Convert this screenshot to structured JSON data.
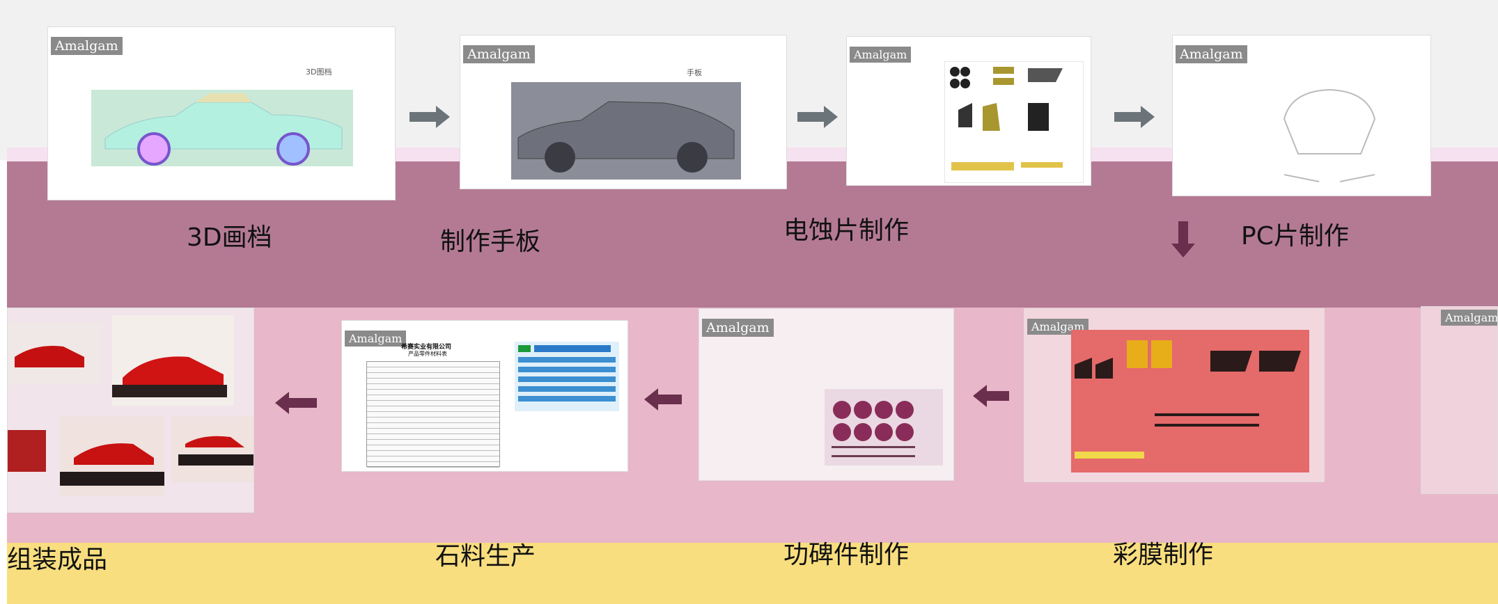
{
  "logo_text": "Amalgam",
  "colors": {
    "top_bg": "#f1f1f1",
    "band_upper": "#b47a94",
    "band_lower": "#e8b7c9",
    "band_yellow": "#f8de7f",
    "arrow": "#6b7479",
    "arrow_dark": "#6a2f4c"
  },
  "steps_row1": [
    {
      "caption": "3D画档",
      "card_note": "3D图档",
      "icon": "3d-car-render"
    },
    {
      "caption": "制作手板",
      "card_note": "手板",
      "icon": "grey-prototype-car"
    },
    {
      "caption": "电蚀片制作",
      "card_note": "",
      "icon": "etched-sheet"
    },
    {
      "caption": "PC片制作",
      "card_note": "",
      "icon": "pc-window-outline"
    }
  ],
  "steps_row2": [
    {
      "caption": "组装成品",
      "icon": "assembled-red-cars"
    },
    {
      "caption": "石料生产",
      "icon": "bom-table"
    },
    {
      "caption": "功碑件制作",
      "icon": "wheel-parts"
    },
    {
      "caption": "彩膜制作",
      "icon": "color-decal-sheet"
    }
  ],
  "bom_title": "希赛实业有限公司",
  "bom_subtitle": "产品零件材料表"
}
